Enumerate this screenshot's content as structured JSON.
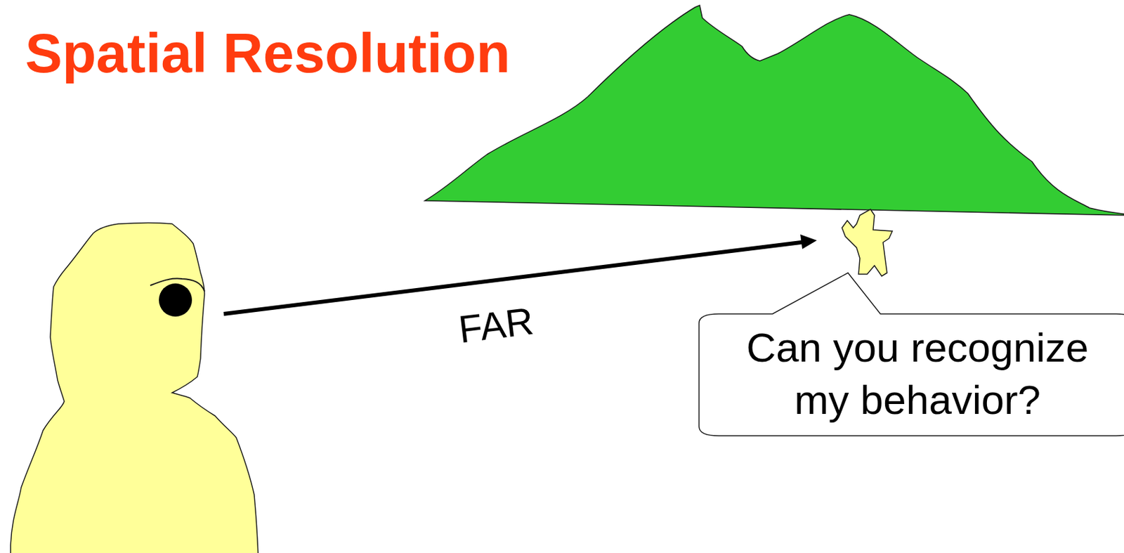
{
  "diagram": {
    "title": "Spatial Resolution",
    "nodes": [
      {
        "text": [
          "Can you recognize my behavior?"
        ]
      }
    ],
    "labels": [
      "FAR"
    ]
  }
}
